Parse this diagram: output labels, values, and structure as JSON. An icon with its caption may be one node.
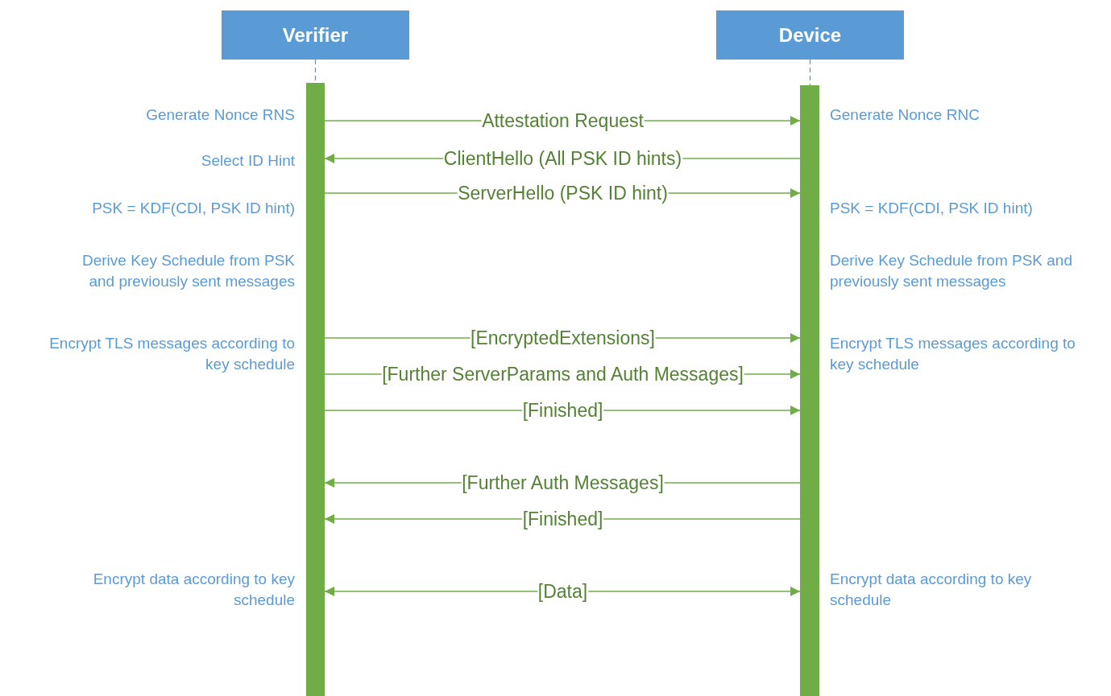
{
  "diagram": {
    "nodes": [
      {
        "text": [
          "Verifier"
        ]
      },
      {
        "text": [
          "Device"
        ]
      },
      {
        "text": [],
        "shape": "bar",
        "beside": [
          "Generate Nonce RNS",
          "Select ID Hint",
          "PSK = KDF(CDI, PSK ID hint)",
          "Derive Key Schedule from PSK and previously sent messages",
          "Encrypt TLS messages according to key schedule",
          "Encrypt data according to key schedule"
        ]
      },
      {
        "text": [],
        "shape": "bar",
        "beside": [
          "Generate Nonce RNC",
          "PSK = KDF(CDI, PSK ID hint)",
          "Derive Key Schedule from PSK and previously sent messages",
          "Encrypt TLS messages according to key schedule",
          "Encrypt data according to key schedule"
        ]
      }
    ],
    "edges": [
      {
        "from": 0,
        "to": 2,
        "arrow": "none",
        "style": "dashed",
        "color": "#5b9bd5"
      },
      {
        "from": 1,
        "to": 3,
        "arrow": "none",
        "style": "dashed",
        "color": "#5b9bd5"
      },
      {
        "from": 2,
        "to": 3,
        "arrow": "to",
        "label": "Attestation Request"
      },
      {
        "from": 3,
        "to": 2,
        "arrow": "to",
        "label": "ClientHello (All PSK ID hints)"
      },
      {
        "from": 2,
        "to": 3,
        "arrow": "to",
        "label": "ServerHello (PSK ID hint)"
      },
      {
        "from": 2,
        "to": 3,
        "arrow": "to",
        "label": "[EncryptedExtensions]"
      },
      {
        "from": 2,
        "to": 3,
        "arrow": "to",
        "label": "[Further ServerParams and Auth Messages]"
      },
      {
        "from": 2,
        "to": 3,
        "arrow": "to",
        "label": "[Finished]"
      },
      {
        "from": 3,
        "to": 2,
        "arrow": "to",
        "label": "[Further Auth Messages]"
      },
      {
        "from": 3,
        "to": 2,
        "arrow": "to",
        "label": "[Finished]"
      },
      {
        "from": 2,
        "to": 3,
        "arrow": "both",
        "label": "[Data]"
      }
    ]
  }
}
